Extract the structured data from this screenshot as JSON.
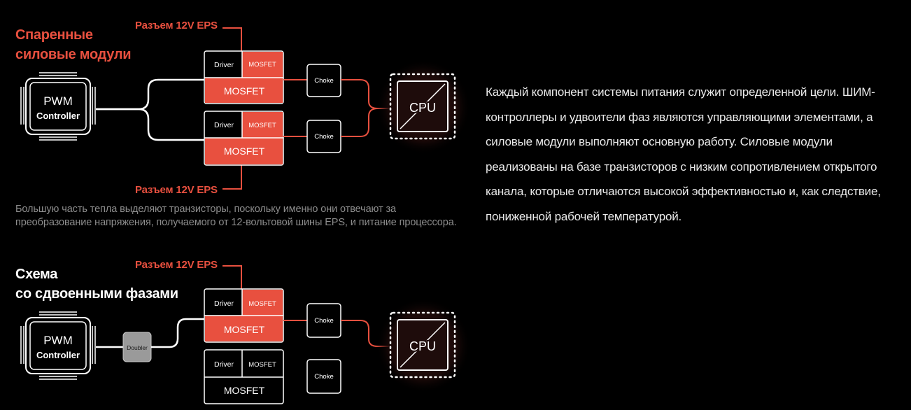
{
  "top_scheme": {
    "title": "Спаренные\nсиловые модули",
    "eps_top": "Разъем 12V EPS",
    "eps_bottom": "Разъем 12V EPS",
    "pwm_line1": "PWM",
    "pwm_line2": "Controller",
    "module1": {
      "driver": "Driver",
      "mosfet_small": "MOSFET",
      "mosfet_big": "MOSFET",
      "choke": "Choke"
    },
    "module2": {
      "driver": "Driver",
      "mosfet_small": "MOSFET",
      "mosfet_big": "MOSFET",
      "choke": "Choke"
    },
    "cpu": "CPU"
  },
  "caption": "Большую часть тепла выделяют транзисторы, поскольку именно они отвечают за преобразование напряжения, получаемого от 12-вольтовой шины EPS, и питание процессора.",
  "bottom_scheme": {
    "title": "Схема\nсо сдвоенными фазами",
    "eps_top": "Разъем 12V EPS",
    "pwm_line1": "PWM",
    "pwm_line2": "Controller",
    "doubler": "Doubler",
    "module1": {
      "driver": "Driver",
      "mosfet_small": "MOSFET",
      "mosfet_big": "MOSFET",
      "choke": "Choke"
    },
    "module2": {
      "driver": "Driver",
      "mosfet_small": "MOSFET",
      "mosfet_big": "MOSFET",
      "choke": "Choke"
    },
    "cpu": "CPU"
  },
  "description": "Каждый компонент системы питания служит определенной цели. ШИМ-контроллеры и удвоители фаз являются управляющими элементами, а силовые модули выполняют основную работу. Силовые модули реализованы на базе транзисторов с низким сопротивлением открытого канала, которые отличаются высокой эффективностью и, как следствие, пониженной рабочей температурой.",
  "colors": {
    "accent_red": "#e8503f",
    "background": "#000000",
    "doubler_gray": "#9a9a9a",
    "caption_gray": "#8d8d8d"
  }
}
